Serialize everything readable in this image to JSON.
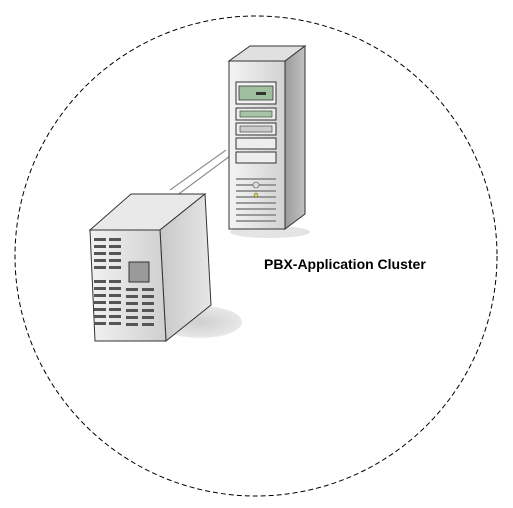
{
  "diagram": {
    "cluster_label": "PBX-Application Cluster",
    "nodes": [
      {
        "name": "tower-server",
        "icon": "tower-server-icon"
      },
      {
        "name": "cube-server",
        "icon": "cube-server-icon"
      }
    ],
    "connection": {
      "from": "tower-server",
      "to": "cube-server",
      "style": "double-line"
    },
    "boundary": {
      "shape": "circle",
      "style": "dashed"
    }
  }
}
